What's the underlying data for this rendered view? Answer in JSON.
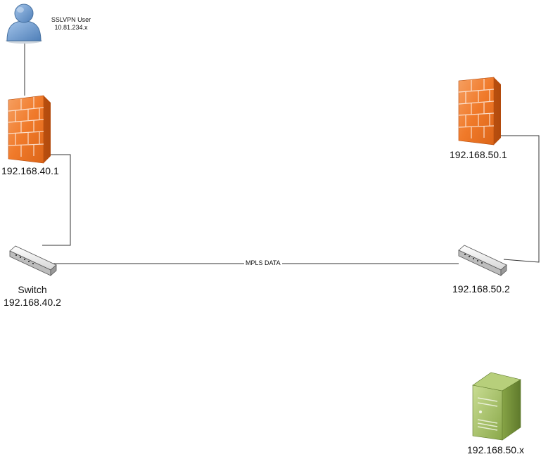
{
  "nodes": {
    "user": {
      "name": "SSLVPN User",
      "ip": "10.81.234.x",
      "icon": "user-icon"
    },
    "firewall_left": {
      "ip": "192.168.40.1",
      "icon": "firewall-icon"
    },
    "switch_left": {
      "name": "Switch",
      "ip": "192.168.40.2",
      "icon": "switch-icon"
    },
    "firewall_right": {
      "ip": "192.168.50.1",
      "icon": "firewall-icon"
    },
    "switch_right": {
      "ip": "192.168.50.2",
      "icon": "switch-icon"
    },
    "server": {
      "ip": "192.168.50.x",
      "icon": "server-icon"
    }
  },
  "links": {
    "mpls": {
      "label": "MPLS DATA"
    }
  },
  "colors": {
    "user_body": "#6b9bd1",
    "firewall_front": "#f07a2a",
    "firewall_side": "#c65510",
    "switch_body": "#eeeeee",
    "server_body": "#9ab85a",
    "line": "#333333"
  }
}
